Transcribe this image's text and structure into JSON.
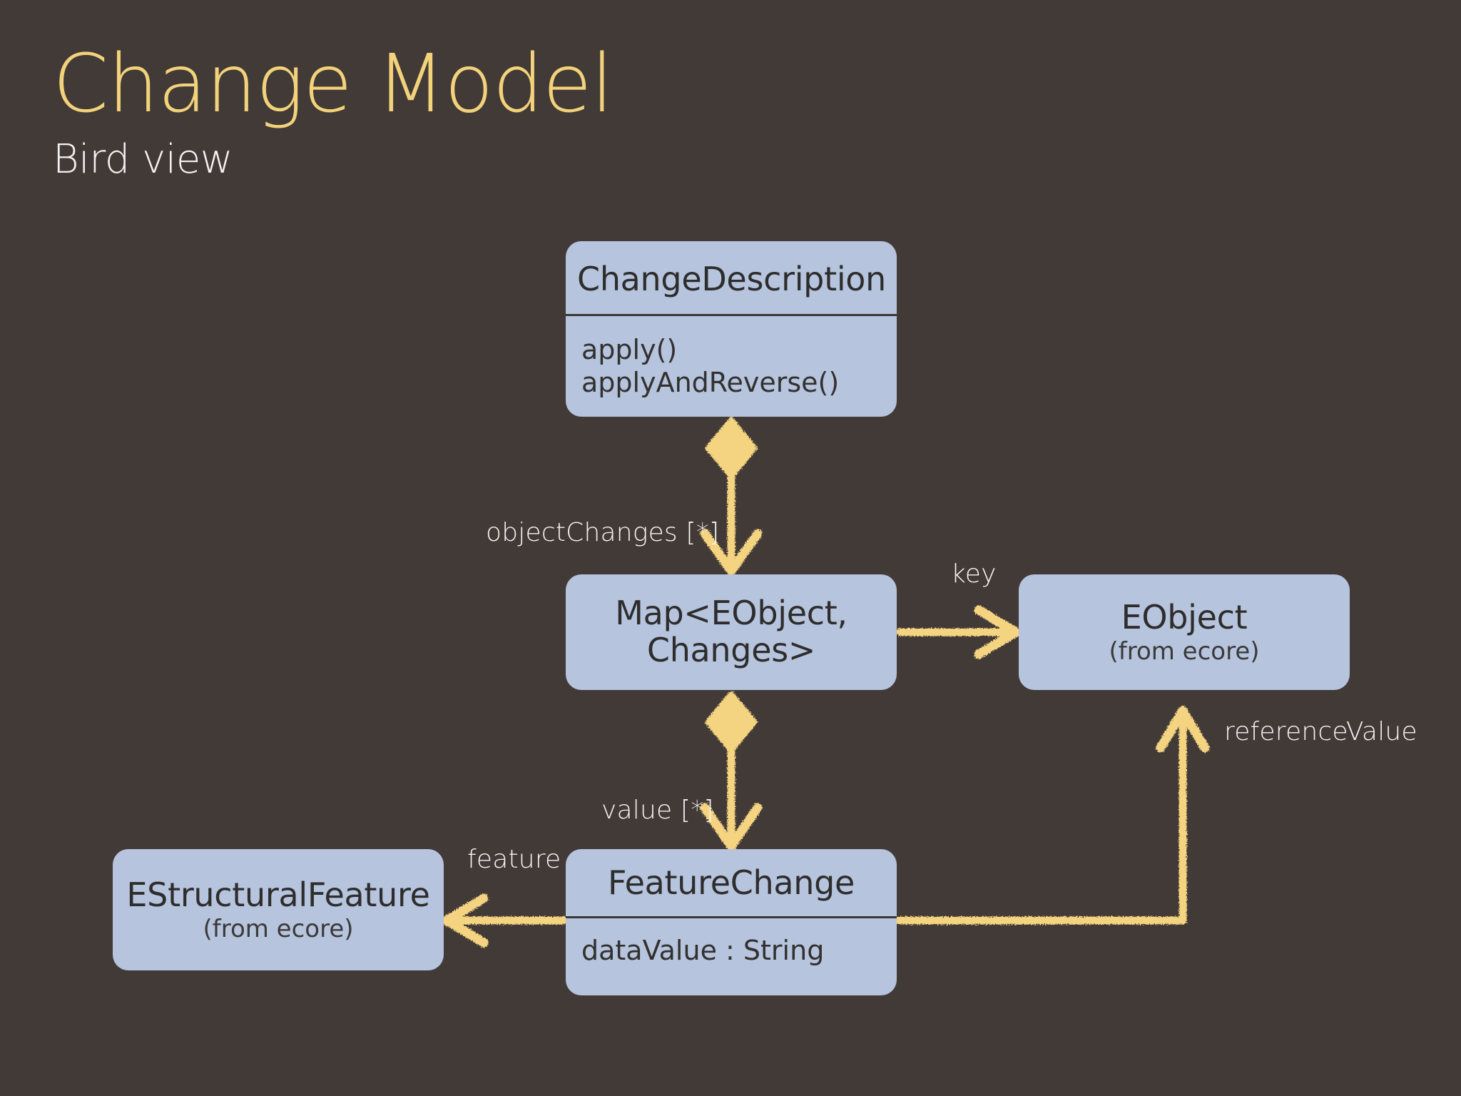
{
  "header": {
    "title": "Change Model",
    "subtitle": "Bird view"
  },
  "colors": {
    "background": "#423a37",
    "title_accent": "#f2d27a",
    "subtitle": "#f4f1ee",
    "box_fill": "#b6c4de",
    "box_text": "#33312f",
    "connector": "#f5d481",
    "label_text": "#f6f3f0"
  },
  "diagram": {
    "type": "uml-class-diagram",
    "classes": [
      {
        "id": "change-description",
        "name": "ChangeDescription",
        "stereotype": "",
        "members": [
          "apply()",
          "applyAndReverse()"
        ]
      },
      {
        "id": "map",
        "name_line1": "Map<EObject,",
        "name_line2": "Changes>",
        "stereotype": "",
        "members": []
      },
      {
        "id": "eobject",
        "name": "EObject",
        "stereotype": "(from ecore)",
        "members": []
      },
      {
        "id": "feature-change",
        "name": "FeatureChange",
        "stereotype": "",
        "members": [
          "dataValue : String"
        ]
      },
      {
        "id": "estructural-feature",
        "name": "EStructuralFeature",
        "stereotype": "(from ecore)",
        "members": []
      }
    ],
    "edges": [
      {
        "id": "object-changes",
        "label": "objectChanges [*]",
        "from": "change-description",
        "to": "map",
        "kind": "aggregation",
        "direction": "down"
      },
      {
        "id": "key",
        "label": "key",
        "from": "map",
        "to": "eobject",
        "kind": "association",
        "direction": "right"
      },
      {
        "id": "value",
        "label": "value [*]",
        "from": "map",
        "to": "feature-change",
        "kind": "aggregation",
        "direction": "down"
      },
      {
        "id": "feature",
        "label": "feature",
        "from": "feature-change",
        "to": "estructural-feature",
        "kind": "association",
        "direction": "left"
      },
      {
        "id": "reference-value",
        "label": "referenceValue",
        "from": "feature-change",
        "to": "eobject",
        "kind": "association",
        "direction": "up"
      }
    ]
  }
}
